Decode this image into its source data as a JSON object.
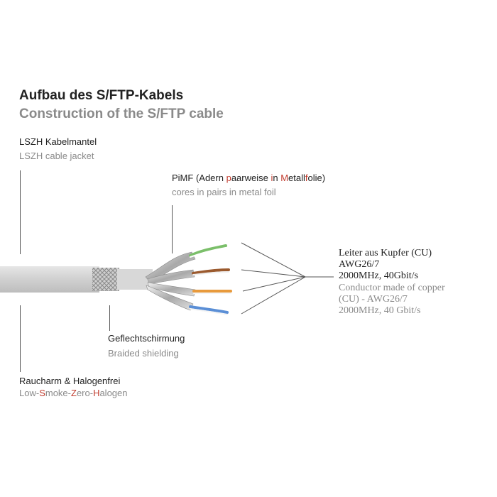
{
  "title": {
    "de": "Aufbau des S/FTP-Kabels",
    "en": "Construction of the S/FTP cable"
  },
  "jacket": {
    "de": "LSZH Kabelmantel",
    "en": "LSZH cable jacket"
  },
  "pimf": {
    "de_parts": [
      {
        "text": "PiMF (Adern ",
        "red": false
      },
      {
        "text": "p",
        "red": true
      },
      {
        "text": "aarweise ",
        "red": false
      },
      {
        "text": "i",
        "red": true
      },
      {
        "text": "n ",
        "red": false
      },
      {
        "text": "M",
        "red": true
      },
      {
        "text": "etall",
        "red": false
      },
      {
        "text": "f",
        "red": true
      },
      {
        "text": "olie)",
        "red": false
      }
    ],
    "en": "cores in pairs in metal foil"
  },
  "conductor": {
    "de": [
      "Leiter aus Kupfer (CU)",
      "AWG26/7",
      "2000MHz, 40Gbit/s"
    ],
    "en": [
      "Conductor made of copper",
      "(CU) - AWG26/7",
      "2000MHz, 40 Gbit/s"
    ]
  },
  "shield": {
    "de": "Geflechtschirmung",
    "en": "Braided shielding"
  },
  "halogen": {
    "de": "Raucharm & Halogenfrei",
    "en_parts": [
      {
        "text": "Low-",
        "red": false
      },
      {
        "text": "S",
        "red": true
      },
      {
        "text": "moke-",
        "red": false
      },
      {
        "text": "Z",
        "red": true
      },
      {
        "text": "ero-",
        "red": false
      },
      {
        "text": "H",
        "red": true
      },
      {
        "text": "alogen",
        "red": false
      }
    ]
  },
  "colors": {
    "jacket": "#d4d4d4",
    "pair_green": "#7bbf6a",
    "pair_brown": "#9b5a2e",
    "pair_orange": "#e89a3c",
    "pair_blue": "#5b8fd6",
    "highlight_red": "#c0392b"
  }
}
